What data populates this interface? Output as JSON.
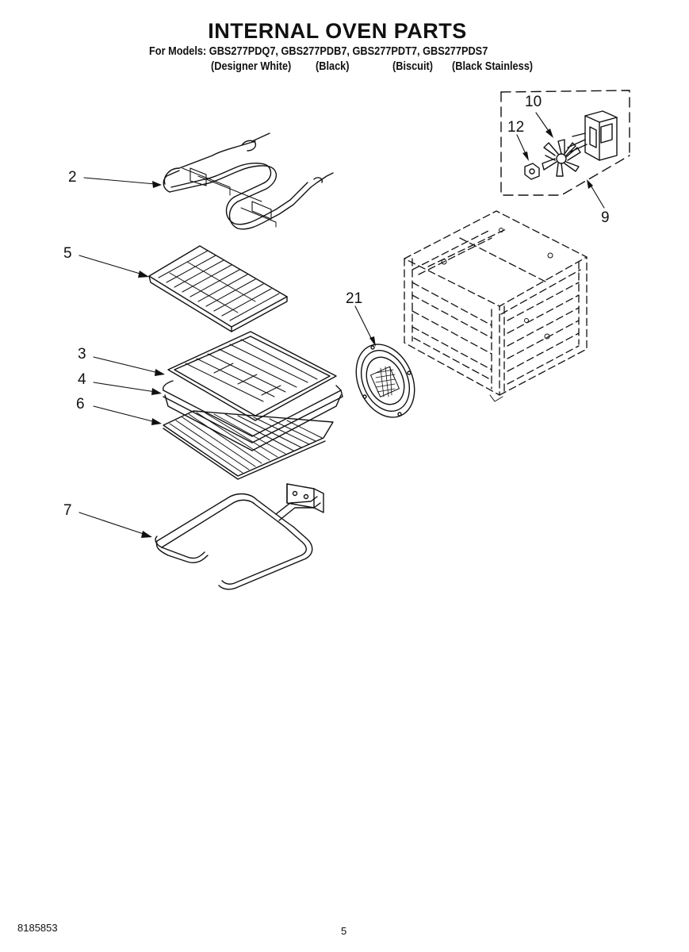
{
  "header": {
    "title": "INTERNAL OVEN PARTS",
    "models_line": "For Models: GBS277PDQ7, GBS277PDB7, GBS277PDT7, GBS277PDS7",
    "variants": [
      "(Designer White)",
      "(Black)",
      "(Biscuit)",
      "(Black Stainless)"
    ]
  },
  "callouts": {
    "c2": "2",
    "c5": "5",
    "c3": "3",
    "c4": "4",
    "c6": "6",
    "c7": "7",
    "c21": "21",
    "c10": "10",
    "c12": "12",
    "c9": "9"
  },
  "footer": {
    "doc_number": "8185853",
    "page_number": "5"
  }
}
